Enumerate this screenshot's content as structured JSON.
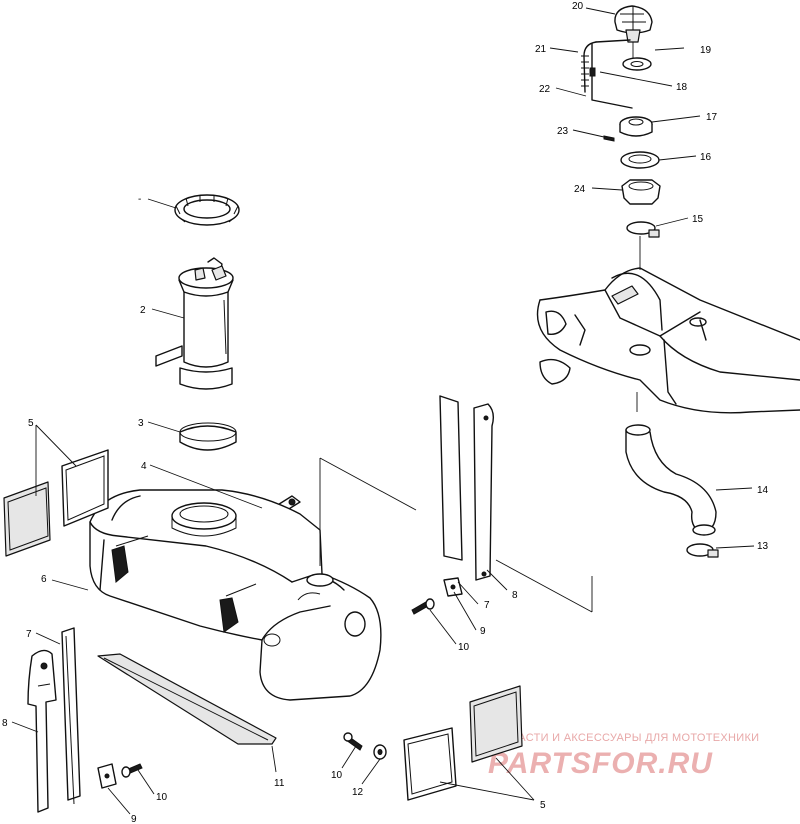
{
  "labels": {
    "l20": "20",
    "l21": "21",
    "l19": "19",
    "l18": "18",
    "l22": "22",
    "l17": "17",
    "l23": "23",
    "l16": "16",
    "l24": "24",
    "l15": "15",
    "l1": "-",
    "l2": "2",
    "l3": "3",
    "l4": "4",
    "l5a": "5",
    "l6": "6",
    "l14": "14",
    "l13": "13",
    "l7a": "7",
    "l8a": "8",
    "l9a": "9",
    "l10a": "10",
    "l7b": "7",
    "l8b": "8",
    "l11": "11",
    "l10b": "10",
    "l12": "12",
    "l10c": "10",
    "l9b": "9",
    "l5b": "5"
  },
  "watermark": {
    "tagline": "ЗАПЧАСТИ И АКСЕССУАРЫ ДЛЯ МОТОТЕХНИКИ",
    "brand": "PARTSFOR.RU"
  },
  "colors": {
    "ink": "#111111",
    "watermark": "#e8a8a8",
    "background": "#ffffff"
  }
}
